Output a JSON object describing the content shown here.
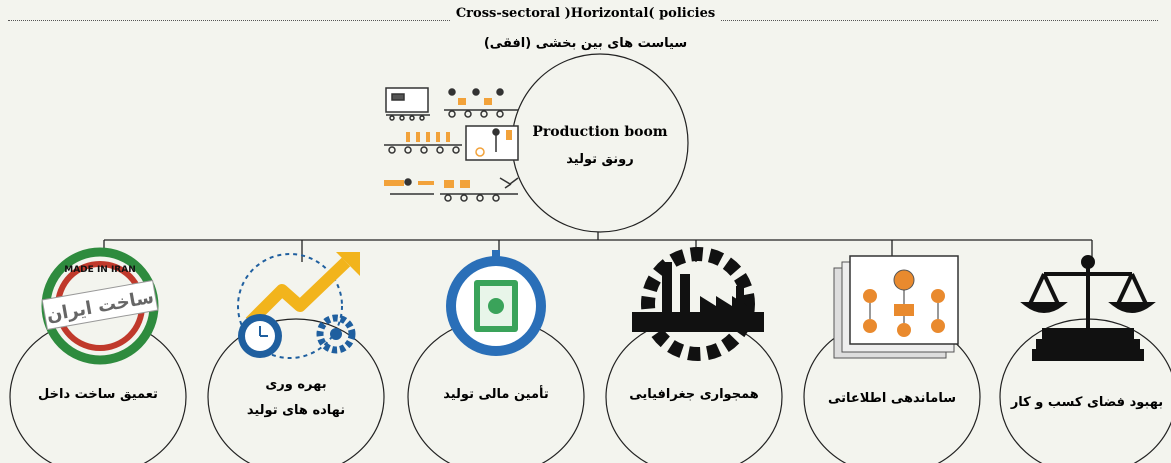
{
  "title": {
    "english": "Cross-sectoral )Horizontal( policies",
    "persian": "سیاست های بین بخشی (افقی)"
  },
  "center": {
    "english": "Production boom",
    "persian": "رونق تولید",
    "icon": "production-line-icon"
  },
  "policies": [
    {
      "label": "تعمیق ساخت داخل",
      "icon": "made-in-iran-stamp-icon"
    },
    {
      "label_line1": "بهره وری",
      "label_line2": "نهاده های تولید",
      "icon": "productivity-growth-icon"
    },
    {
      "label": "تأمین مالی تولید",
      "icon": "finance-money-icon"
    },
    {
      "label": "همجواری جغرافیایی",
      "icon": "factory-gear-icon"
    },
    {
      "label": "ساماندهی اطلاعاتی",
      "icon": "information-flowchart-icon"
    },
    {
      "label": "بهبود فضای کسب و کار",
      "icon": "scales-of-justice-icon"
    }
  ],
  "colors": {
    "background": "#f3f4ee",
    "made_in_iran_green": "#2e8b3e",
    "made_in_iran_red": "#c0392b",
    "productivity_blue": "#1f5f9f",
    "productivity_yellow": "#f2b41c",
    "finance_blue": "#2a6fb8",
    "finance_green": "#3aa35a",
    "info_orange": "#e98a2e"
  }
}
